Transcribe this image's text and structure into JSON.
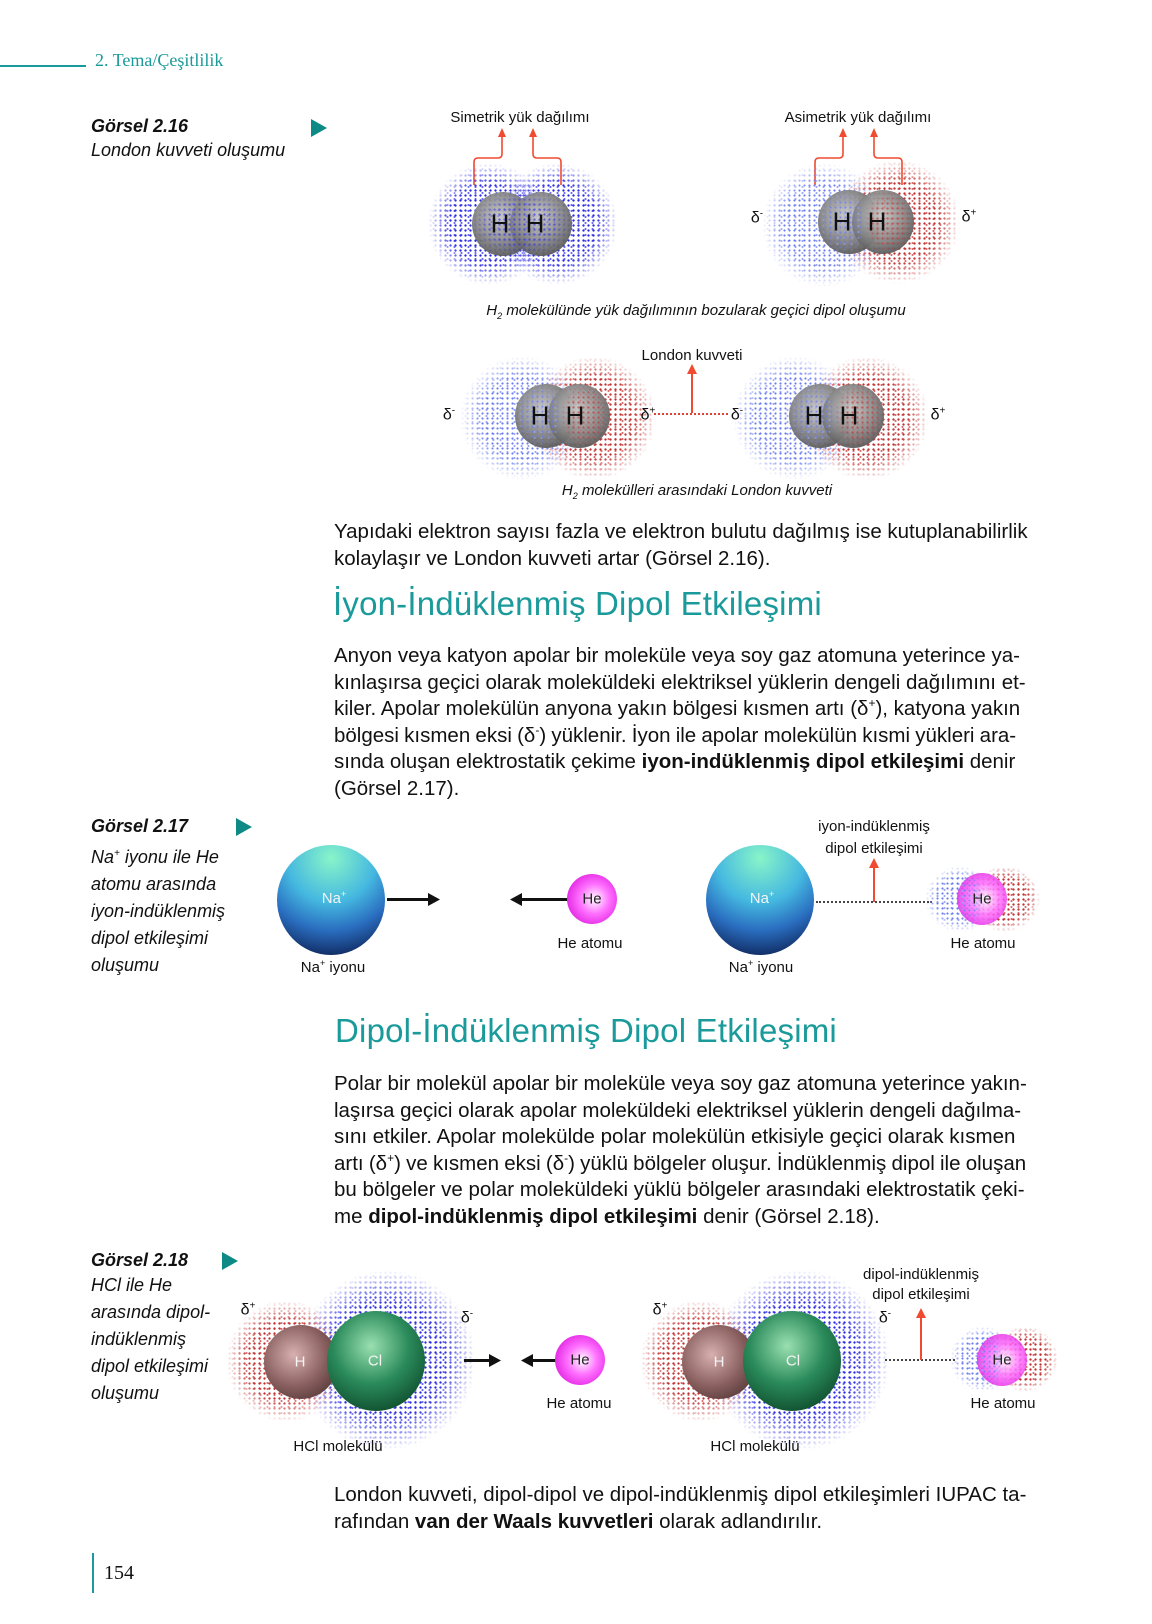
{
  "header": {
    "section": "2. Tema/Çeşitlilik"
  },
  "fig216": {
    "title": "Görsel 2.16",
    "caption": "London kuvveti oluşumu",
    "sym_label": "Simetrik yük dağılımı",
    "asym_label": "Asimetrik yük dağılımı",
    "atom": "H",
    "delta": "δ",
    "minus": "-",
    "plus": "+",
    "caption1_pre": "H",
    "caption1_sub": "2",
    "caption1": " molekülünde yük dağılımının bozularak geçici dipol oluşumu",
    "london_label": "London kuvveti",
    "caption2_pre": "H",
    "caption2_sub": "2",
    "caption2": " molekülleri arasındaki London kuvveti"
  },
  "para1": {
    "lines": [
      "Yapıdaki elektron sayısı fazla ve elektron bulutu dağılmış ise kutuplanabilirlik",
      "kolaylaşır ve London kuvveti artar (Görsel 2.16)."
    ]
  },
  "heading1": "İyon-İndüklenmiş Dipol Etkileşimi",
  "para2": {
    "l1": "Anyon veya katyon apolar bir moleküle veya soy gaz atomuna yeterince ya-",
    "l2": "kınlaşırsa geçici olarak moleküldeki elektriksel yüklerin dengeli dağılımını et-",
    "l3a": "kiler. Apolar molekülün anyona yakın bölgesi kısmen artı (δ",
    "l3sup": "+",
    "l3b": "), katyona yakın",
    "l4a": "bölgesi kısmen eksi (δ",
    "l4sup": "-",
    "l4b": ") yüklenir. İyon ile apolar molekülün kısmi yükleri ara-",
    "l5a": "sında oluşan elektrostatik çekime ",
    "l5bold": "iyon-indüklenmiş dipol etkileşimi",
    "l5b": " denir",
    "l6": "(Görsel 2.17)."
  },
  "fig217": {
    "title": "Görsel 2.17",
    "caption_pre": "Na",
    "caption_sup": "+",
    "caption_lines": [
      " iyonu ile He",
      "atomu arasında",
      "iyon-indüklenmiş",
      "dipol etkileşimi",
      "oluşumu"
    ],
    "na": "Na",
    "na_sup": "+",
    "he": "He",
    "he_label": "He atomu",
    "na_label": " iyonu",
    "interaction_l1": "iyon-indüklenmiş",
    "interaction_l2": "dipol etkileşimi"
  },
  "heading2": "Dipol-İndüklenmiş Dipol Etkileşimi",
  "para3": {
    "l1": "Polar bir molekül apolar bir moleküle veya soy gaz atomuna yeterince yakın-",
    "l2": "laşırsa geçici olarak apolar moleküldeki elektriksel yüklerin dengeli dağılma-",
    "l3": "sını etkiler. Apolar molekülde polar molekülün etkisiyle geçici olarak kısmen",
    "l4a": "artı (δ",
    "l4sup1": "+",
    "l4b": ") ve kısmen eksi (δ",
    "l4sup2": "-",
    "l4c": ") yüklü bölgeler oluşur. İndüklenmiş dipol ile oluşan",
    "l5": "bu bölgeler ve polar moleküldeki yüklü bölgeler arasındaki elektrostatik çeki-",
    "l6a": "me ",
    "l6bold": "dipol-indüklenmiş dipol etkileşimi",
    "l6b": " denir (Görsel 2.18)."
  },
  "fig218": {
    "title": "Görsel 2.18",
    "caption_lines": [
      "HCl ile He",
      "arasında dipol-",
      "indüklenmiş",
      "dipol etkileşimi",
      "oluşumu"
    ],
    "h": "H",
    "cl": "Cl",
    "he": "He",
    "he_label": "He atomu",
    "hcl_label": "HCl molekülü",
    "interaction_l1": "dipol-indüklenmiş",
    "interaction_l2": "dipol etkileşimi"
  },
  "para4": {
    "l1": "London kuvveti, dipol-dipol ve dipol-indüklenmiş dipol etkileşimleri IUPAC ta-",
    "l2a": "rafından ",
    "l2bold": "van der Waals kuvvetleri",
    "l2b": " olarak adlandırılır."
  },
  "page_number": "154"
}
